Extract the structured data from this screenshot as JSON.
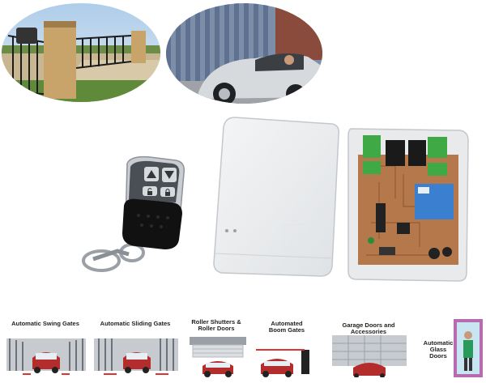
{
  "product": {
    "remote_buttons": [
      "up-arrow",
      "down-arrow",
      "open-lock",
      "closed-lock"
    ],
    "colors": {
      "receiver_body": "#eceef0",
      "pcb": "#b5784a",
      "terminal_green": "#3faa45",
      "relay_black": "#1a1a1a",
      "transformer_blue": "#3a7fd0",
      "remote_rubber": "#111111",
      "remote_metal": "#c9ccd0"
    }
  },
  "applications": [
    {
      "label": "Automatic Swing Gates"
    },
    {
      "label": "Automatic Sliding Gates"
    },
    {
      "label": "Roller Shutters & Roller Doors"
    },
    {
      "label": "Automated Boom Gates"
    },
    {
      "label": "Garage Doors and Accessories"
    },
    {
      "label": "Automatic Glass Doors"
    }
  ],
  "photos": [
    {
      "name": "driveway-gate-photo"
    },
    {
      "name": "garage-door-car-photo"
    }
  ]
}
